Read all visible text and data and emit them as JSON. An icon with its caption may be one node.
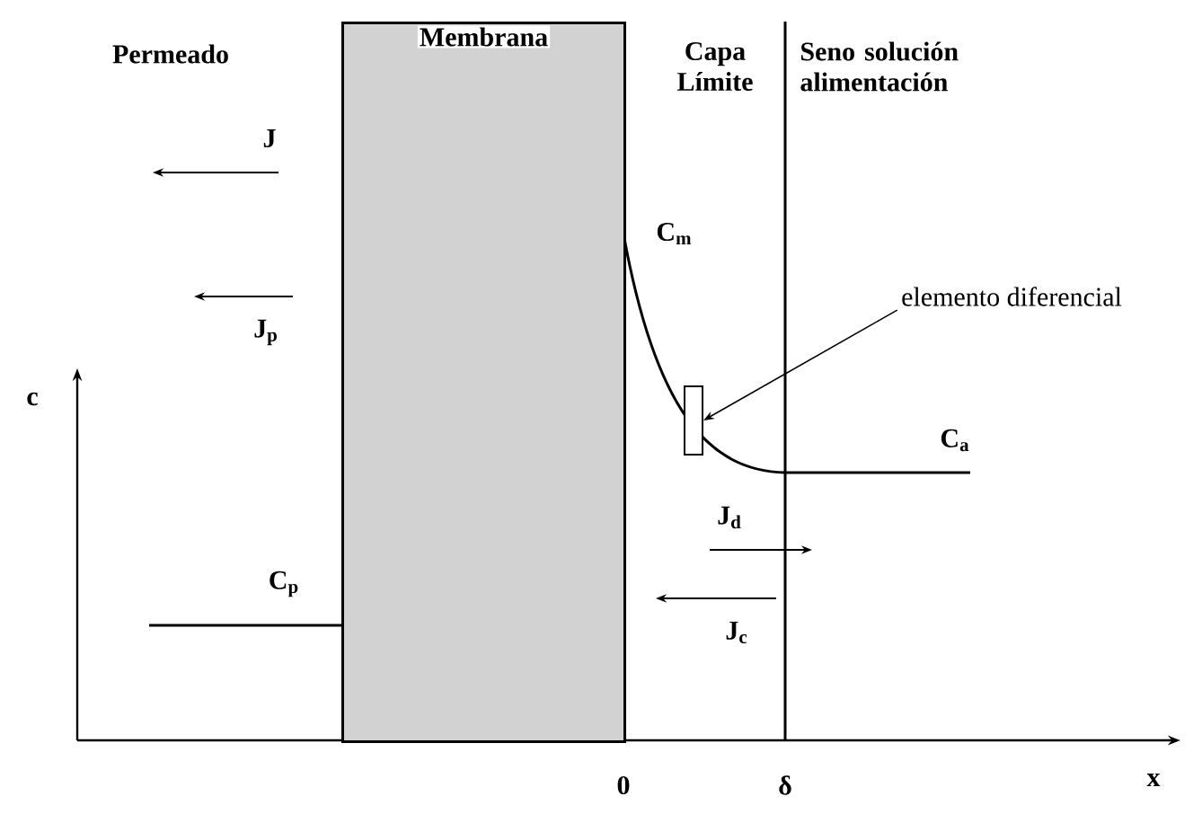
{
  "diagram": {
    "nodes": [
      {
        "text": [
          "Membrana"
        ]
      },
      {
        "text": [
          "elemento diferencial"
        ]
      },
      {
        "text": [],
        "shape": "box"
      }
    ],
    "edges": [
      {
        "from": 1,
        "to": 2,
        "arrow": "to"
      }
    ],
    "labels": [
      "Permeado",
      "Capa Límite",
      "Seno solución alimentación",
      "J",
      "J$_{p}$",
      "C$_{m}$",
      "c",
      "C$_{a}$",
      "J$_{d}$",
      "C$_{p}$",
      "J$_{c}$",
      "0",
      "δ",
      "x"
    ]
  }
}
